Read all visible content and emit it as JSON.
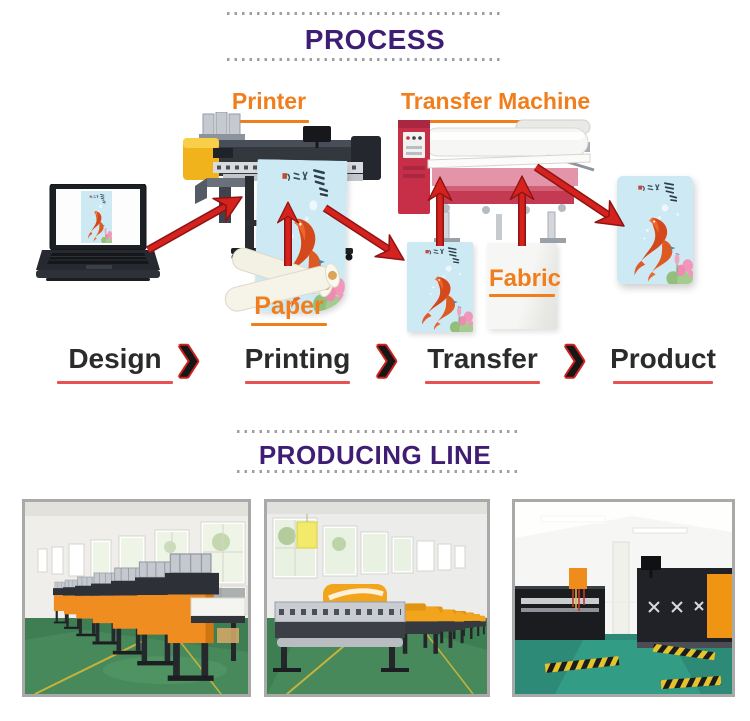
{
  "process_section": {
    "title": "PROCESS",
    "machine_labels": {
      "printer": "Printer",
      "transfer_machine": "Transfer Machine",
      "paper": "Paper",
      "fabric": "Fabric"
    },
    "illustrations": [
      "laptop-with-design",
      "inkjet-printer",
      "printed-transfer-sheet",
      "blank-paper-rolls",
      "roller-heat-transfer-machine",
      "printed-paper-sheet",
      "white-fabric-sheet",
      "finished-printed-product"
    ],
    "flow_arrow_icons": [
      "arrow-laptop-to-printer",
      "arrow-paper-to-print",
      "arrow-print-to-paper-sheet",
      "arrow-paper-sheet-to-machine",
      "arrow-fabric-to-machine",
      "arrow-machine-to-product"
    ]
  },
  "steps": {
    "items": [
      {
        "label": "Design"
      },
      {
        "label": "Printing"
      },
      {
        "label": "Transfer"
      },
      {
        "label": "Product"
      }
    ],
    "separator_icon": "❯"
  },
  "producing_section": {
    "title": "PRODUCING LINE",
    "photos": [
      "factory-printer-row-photo-1",
      "factory-printer-row-photo-2",
      "factory-workshop-photo-3"
    ]
  },
  "colors": {
    "title_purple": "#401d75",
    "label_orange": "#f07e1d",
    "arrow_red": "#d5221e",
    "step_underline_red": "#e65252",
    "dotted_line_gray": "#9f9f9f",
    "photo_border_gray": "#a9a9a9"
  }
}
